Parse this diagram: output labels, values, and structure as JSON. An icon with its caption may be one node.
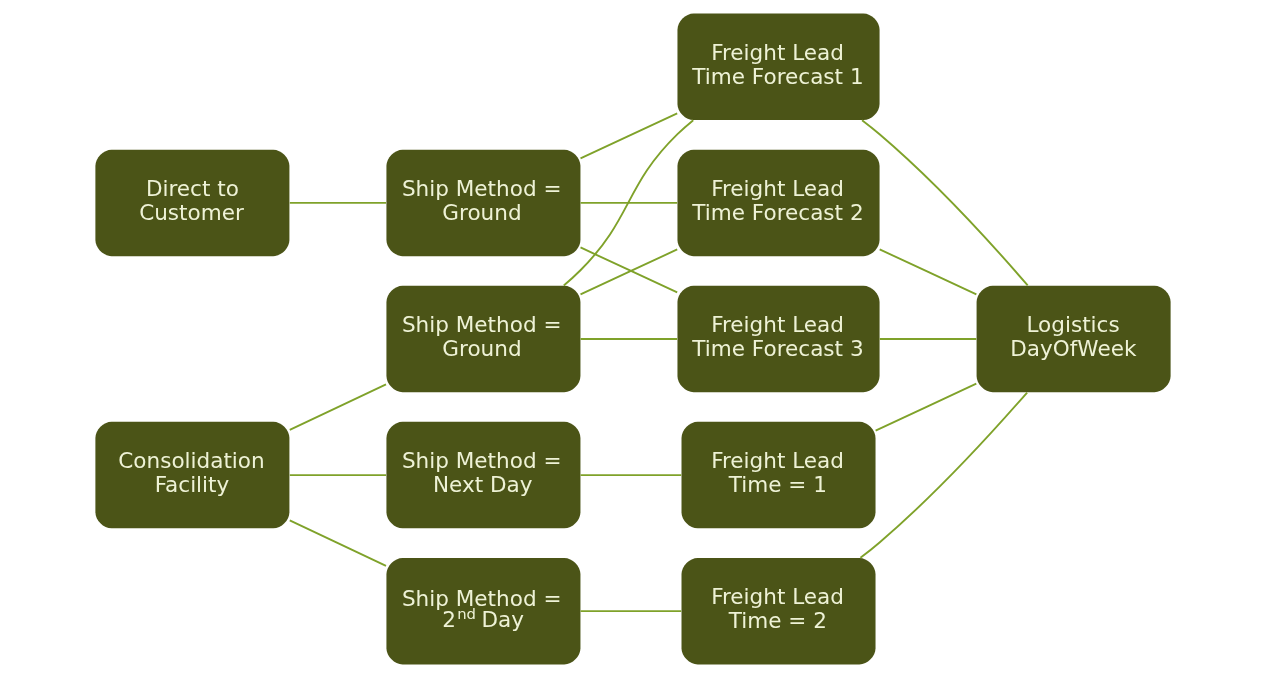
{
  "diagram": {
    "nodes": [
      {
        "text": [
          "Direct to Customer"
        ]
      },
      {
        "text": [
          "Consolidation Facility"
        ]
      },
      {
        "text": [
          "Ship Method = Ground"
        ]
      },
      {
        "text": [
          "Ship Method = Ground"
        ]
      },
      {
        "text": [
          "Ship Method = Next Day"
        ]
      },
      {
        "text": [
          "Ship Method = 2$^{nd}$ Day"
        ]
      },
      {
        "text": [
          "Freight Lead Time Forecast 1"
        ]
      },
      {
        "text": [
          "Freight Lead Time Forecast 2"
        ]
      },
      {
        "text": [
          "Freight Lead Time Forecast 3"
        ]
      },
      {
        "text": [
          "Freight Lead Time = 1"
        ]
      },
      {
        "text": [
          "Freight Lead Time = 2"
        ]
      },
      {
        "text": [
          "Logistics DayOfWeek"
        ]
      }
    ],
    "edges": [
      {
        "from": 0,
        "to": 2,
        "arrow": "none"
      },
      {
        "from": 1,
        "to": 3,
        "arrow": "none"
      },
      {
        "from": 1,
        "to": 4,
        "arrow": "none"
      },
      {
        "from": 1,
        "to": 5,
        "arrow": "none"
      },
      {
        "from": 2,
        "to": 6,
        "arrow": "none"
      },
      {
        "from": 2,
        "to": 7,
        "arrow": "none"
      },
      {
        "from": 2,
        "to": 8,
        "arrow": "none"
      },
      {
        "from": 3,
        "to": 6,
        "arrow": "none"
      },
      {
        "from": 3,
        "to": 7,
        "arrow": "none"
      },
      {
        "from": 3,
        "to": 8,
        "arrow": "none"
      },
      {
        "from": 4,
        "to": 9,
        "arrow": "none"
      },
      {
        "from": 5,
        "to": 10,
        "arrow": "none"
      },
      {
        "from": 6,
        "to": 11,
        "arrow": "none"
      },
      {
        "from": 7,
        "to": 11,
        "arrow": "none"
      },
      {
        "from": 8,
        "to": 11,
        "arrow": "none"
      },
      {
        "from": 9,
        "to": 11,
        "arrow": "none"
      },
      {
        "from": 10,
        "to": 11,
        "arrow": "none"
      }
    ]
  }
}
